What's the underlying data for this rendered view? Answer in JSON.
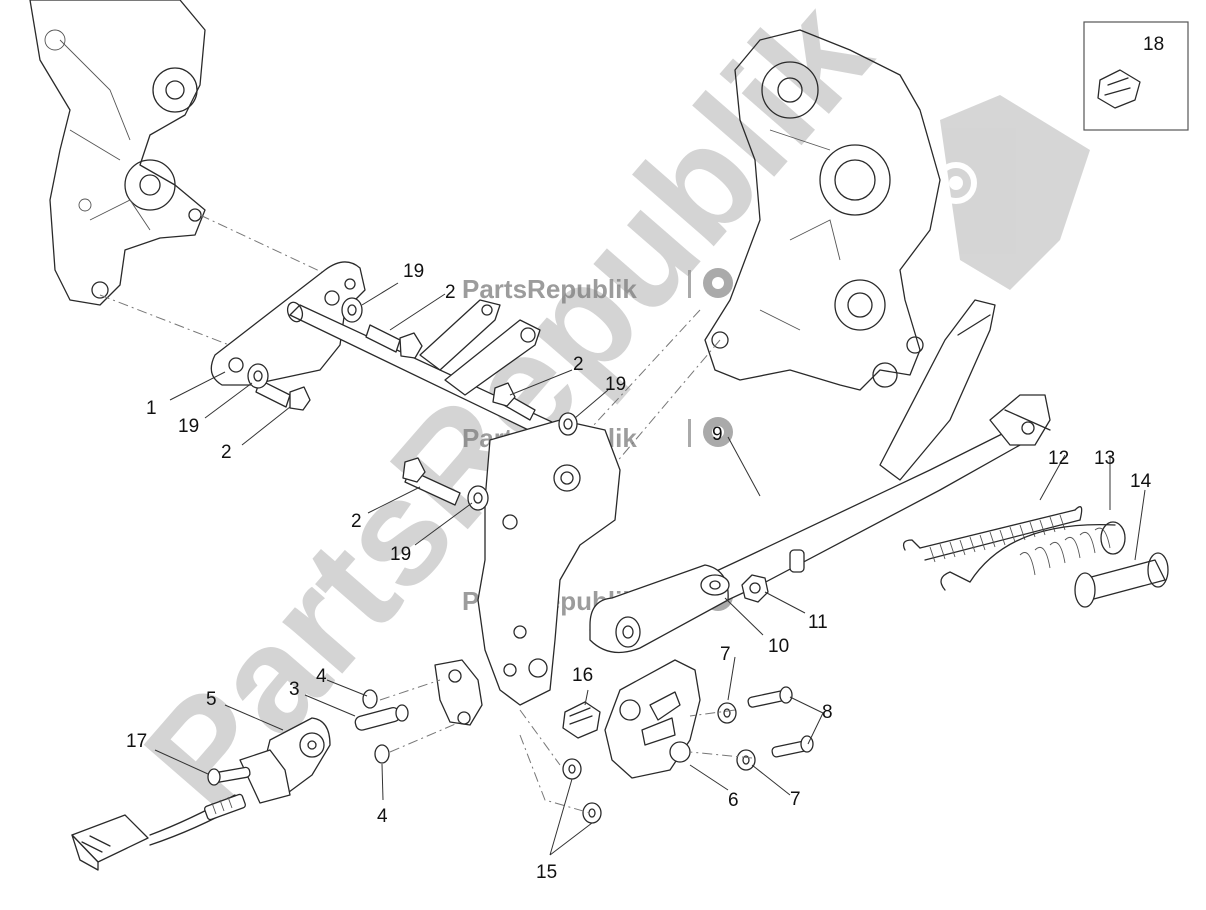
{
  "watermark": {
    "big_text": "PartsRepublik",
    "small_text": "PartsRepublik",
    "color": "#b0b0b0"
  },
  "callouts": [
    "1",
    "2",
    "2",
    "2",
    "2",
    "3",
    "4",
    "4",
    "5",
    "6",
    "7",
    "7",
    "8",
    "9",
    "10",
    "11",
    "12",
    "13",
    "14",
    "15",
    "16",
    "17",
    "18",
    "19",
    "19",
    "19"
  ],
  "inset_label": "18"
}
